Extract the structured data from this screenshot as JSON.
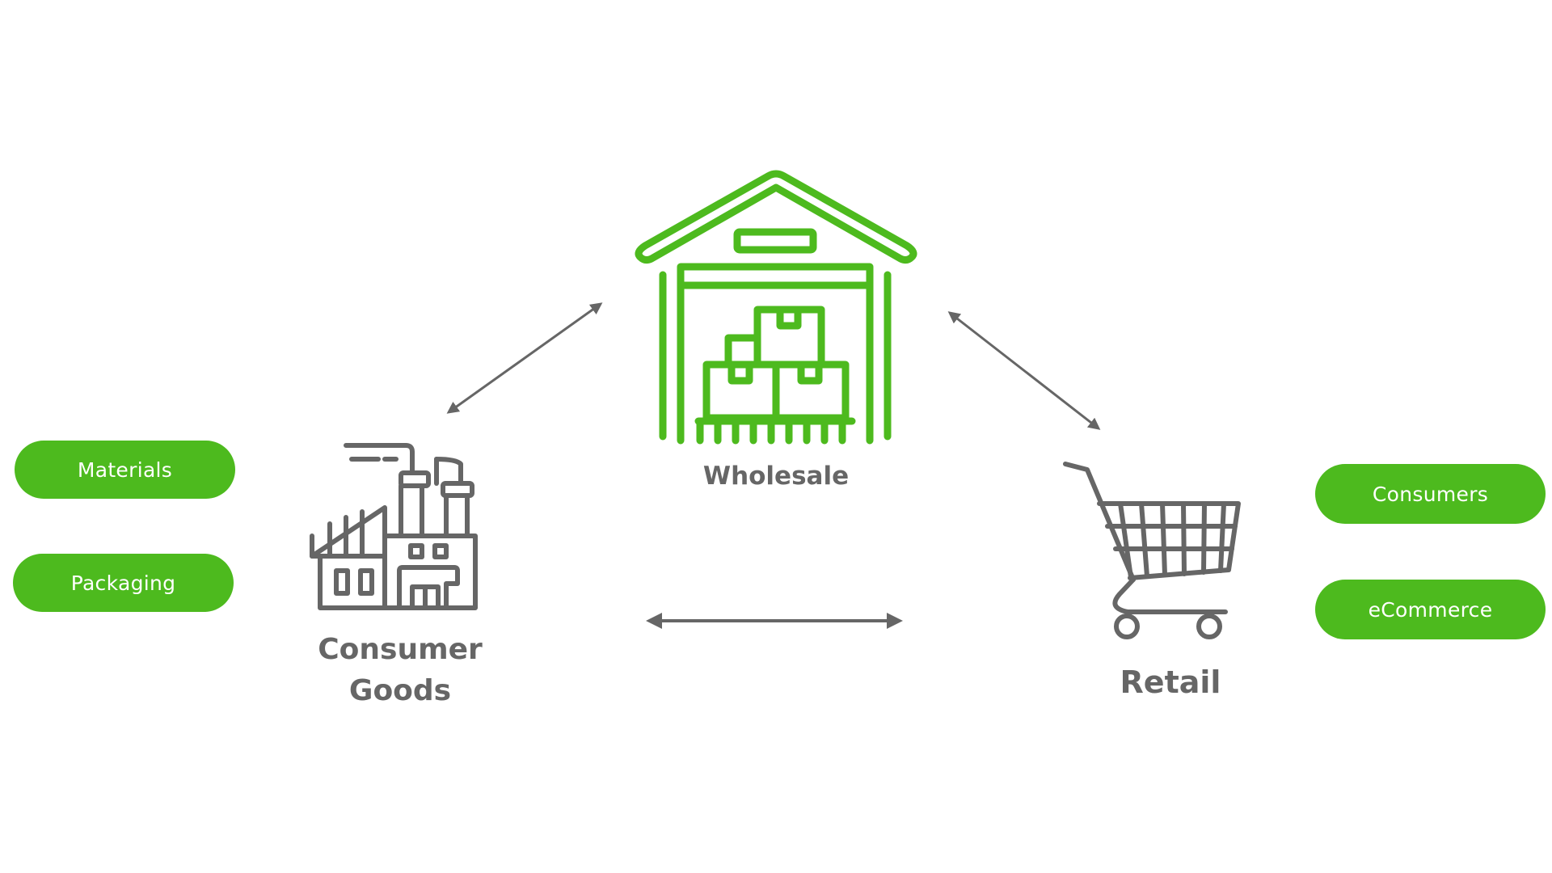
{
  "colors": {
    "accent_green": "#4dba1e",
    "icon_gray": "#666666",
    "arrow_gray": "#666666",
    "pill_text": "#ffffff",
    "background": "#ffffff"
  },
  "inputs": [
    {
      "label": "Materials"
    },
    {
      "label": "Packaging"
    }
  ],
  "outputs": [
    {
      "label": "Consumers"
    },
    {
      "label": "eCommerce"
    }
  ],
  "nodes": {
    "wholesale": {
      "label": "Wholesale",
      "icon": "warehouse-icon"
    },
    "consumer_goods": {
      "line1": "Consumer",
      "line2": "Goods",
      "icon": "factory-icon"
    },
    "retail": {
      "label": "Retail",
      "icon": "shopping-cart-icon"
    }
  },
  "connections": [
    {
      "from": "Consumer Goods",
      "to": "Wholesale",
      "direction": "bidirectional"
    },
    {
      "from": "Wholesale",
      "to": "Retail",
      "direction": "bidirectional"
    },
    {
      "from": "Consumer Goods",
      "to": "Retail",
      "direction": "bidirectional"
    }
  ]
}
